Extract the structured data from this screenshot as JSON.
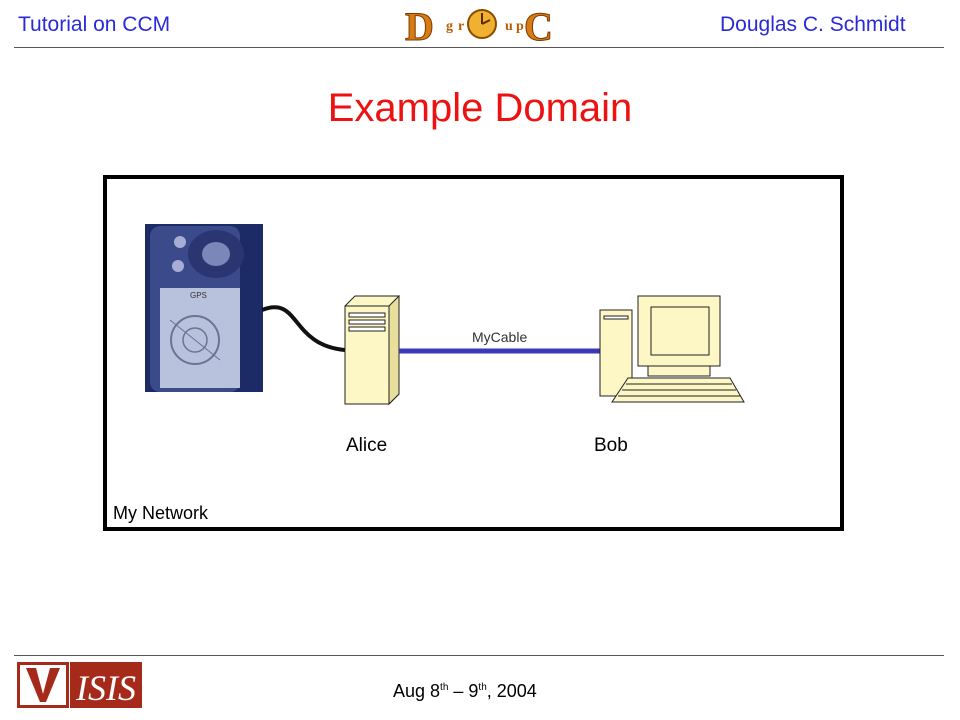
{
  "header": {
    "left_title": "Tutorial on CCM",
    "right_author": "Douglas C. Schmidt",
    "logo_letters": [
      "D",
      "g",
      "r",
      "o",
      "u",
      "p",
      "C"
    ]
  },
  "slide": {
    "title": "Example Domain"
  },
  "diagram": {
    "network_label": "My Network",
    "cable_label": "MyCable",
    "nodes": [
      {
        "id": "alice",
        "label": "Alice",
        "icon": "server-tower-icon"
      },
      {
        "id": "bob",
        "label": "Bob",
        "icon": "desktop-computer-icon"
      }
    ],
    "device_icon": "gps-handheld-icon",
    "device_screen_text": "GPS",
    "colors": {
      "title": "#ee1111",
      "header_text": "#2a2ad8",
      "cable": "#3a3ab8",
      "machine_fill": "#fdf7c6"
    }
  },
  "footer": {
    "date_part1": "Aug 8",
    "sup1": "th",
    "date_part2": " – 9",
    "sup2": "th",
    "date_part3": ", 2004",
    "logo_left_icon": "vanderbilt-v-logo",
    "logo_right_text": "ISIS"
  }
}
